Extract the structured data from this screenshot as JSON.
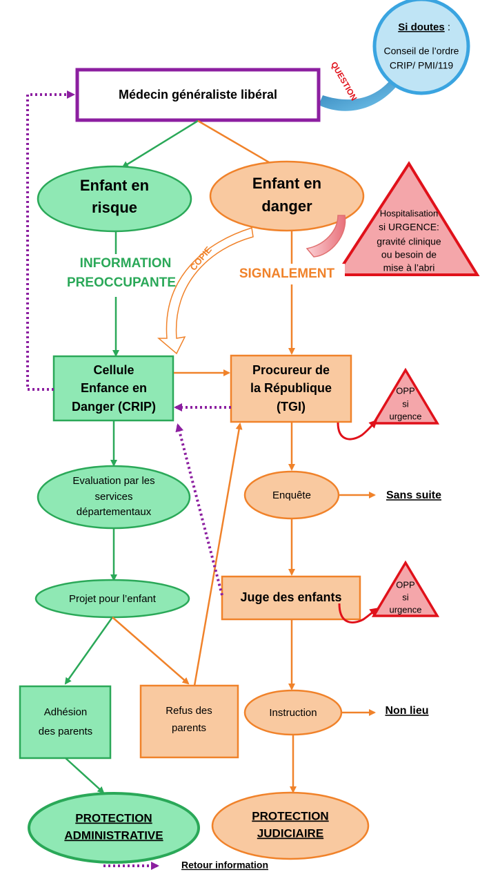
{
  "question_bubble": {
    "title": "Si doutes",
    "title_suffix": ":",
    "line1": "Conseil de l’ordre",
    "line2": "CRIP/ PMI/119"
  },
  "question_word": "QUESTION",
  "medecin": "Médecin généraliste libéral",
  "risque": {
    "line1": "Enfant en",
    "line2": "risque"
  },
  "danger": {
    "line1": "Enfant en",
    "line2": "danger"
  },
  "hospitalisation": {
    "line1": "Hospitalisation",
    "line2": "si URGENCE:",
    "line3": "gravité clinique",
    "line4": "ou besoin de",
    "line5": "mise à l’abri"
  },
  "information": {
    "line1": "INFORMATION",
    "line2": "PREOCCUPANTE"
  },
  "copie": "COPIE",
  "signalement": "SIGNALEMENT",
  "crip": {
    "line1": "Cellule",
    "line2": "Enfance en",
    "line3": "Danger (CRIP)"
  },
  "procureur": {
    "line1": "Procureur de",
    "line2": "la République",
    "line3": "(TGI)"
  },
  "opp": {
    "line1": "OPP",
    "line2": "si",
    "line3": "urgence"
  },
  "evaluation": {
    "line1": "Evaluation par les",
    "line2": "services",
    "line3": "départementaux"
  },
  "enquete": "Enquête",
  "sans_suite": "Sans suite",
  "projet": "Projet pour l’enfant",
  "juge": "Juge des enfants",
  "adhesion": {
    "line1": "Adhésion",
    "line2": "des parents"
  },
  "refus": {
    "line1": "Refus des",
    "line2": "parents"
  },
  "instruction": "Instruction",
  "non_lieu": "Non lieu",
  "protection_admin": {
    "line1": "PROTECTION",
    "line2": "ADMINISTRATIVE"
  },
  "protection_jud": {
    "line1": "PROTECTION",
    "line2": "JUDICIAIRE"
  },
  "legend": "Retour information",
  "colors": {
    "green_fill": "#8fe8b4",
    "green_stroke": "#2aa858",
    "green_text": "#2aa858",
    "orange_fill": "#f9c9a0",
    "orange_stroke": "#f0822a",
    "orange_text": "#f0822a",
    "purple": "#8c1fa0",
    "red": "#e0111a",
    "red_fill": "#f4a6aa",
    "blue_fill": "#bfe4f5",
    "blue_stroke": "#3aa4e0"
  }
}
